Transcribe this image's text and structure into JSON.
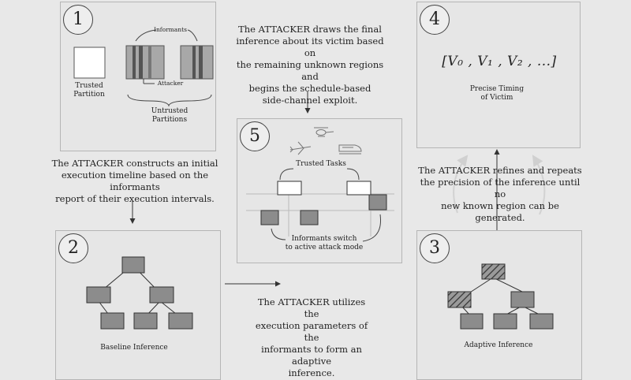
{
  "steps": {
    "s1": {
      "number": "1",
      "informants_label": "Informants",
      "attacker_label": "Attacker",
      "trusted_partition_label": "Trusted\nPartition",
      "untrusted_partitions_label": "Untrusted\nPartitions"
    },
    "s2": {
      "number": "2",
      "caption": "Baseline Inference"
    },
    "s3": {
      "number": "3",
      "caption": "Adaptive Inference"
    },
    "s4": {
      "number": "4",
      "formula": "[V₀ , V₁ , V₂ , ...]",
      "caption": "Precise Timing\nof Victim"
    },
    "s5": {
      "number": "5",
      "trusted_tasks_label": "Trusted Tasks",
      "informants_switch_label": "Informants switch\nto active attack mode"
    }
  },
  "descriptions": {
    "construct": "The ATTACKER constructs an initial\nexecution timeline based on the informants\nreport of their execution intervals.",
    "final": "The ATTACKER draws the final\ninference about its victim based on\nthe remaining unknown regions and\nbegins the schedule-based\nside-channel exploit.",
    "refine": "The ATTACKER refines and repeats\nthe precision of the inference until no\nnew known region can be generated.",
    "utilize": "The ATTACKER utilizes the\nexecution parameters of the\ninformants to form an adaptive\ninference."
  },
  "icons": {
    "helicopter": "helicopter-icon",
    "plane": "airplane-icon",
    "train": "train-icon"
  },
  "colors": {
    "panel": "#e6e6e6",
    "node_fill": "#8c8c8c",
    "white_task": "#ffffff",
    "line": "#333333"
  }
}
